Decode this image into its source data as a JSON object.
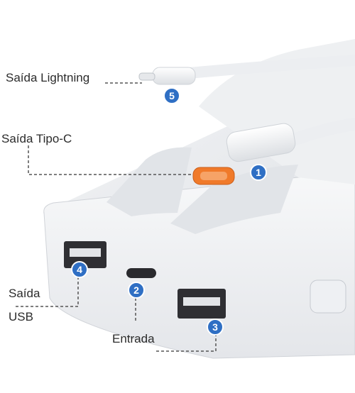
{
  "colors": {
    "badge": "#2f6fc4",
    "badge_text": "#ffffff",
    "connector_orange": "#f07a2a",
    "body": "#f1f2f4",
    "line": "#555555"
  },
  "labels": {
    "lightning": "Saída Lightning",
    "tipo_c": "Saída Tipo-C",
    "usb_line1": "Saída",
    "usb_line2": "USB",
    "entrada": "Entrada"
  },
  "badges": {
    "b1": "1",
    "b2": "2",
    "b3": "3",
    "b4": "4",
    "b5": "5"
  }
}
